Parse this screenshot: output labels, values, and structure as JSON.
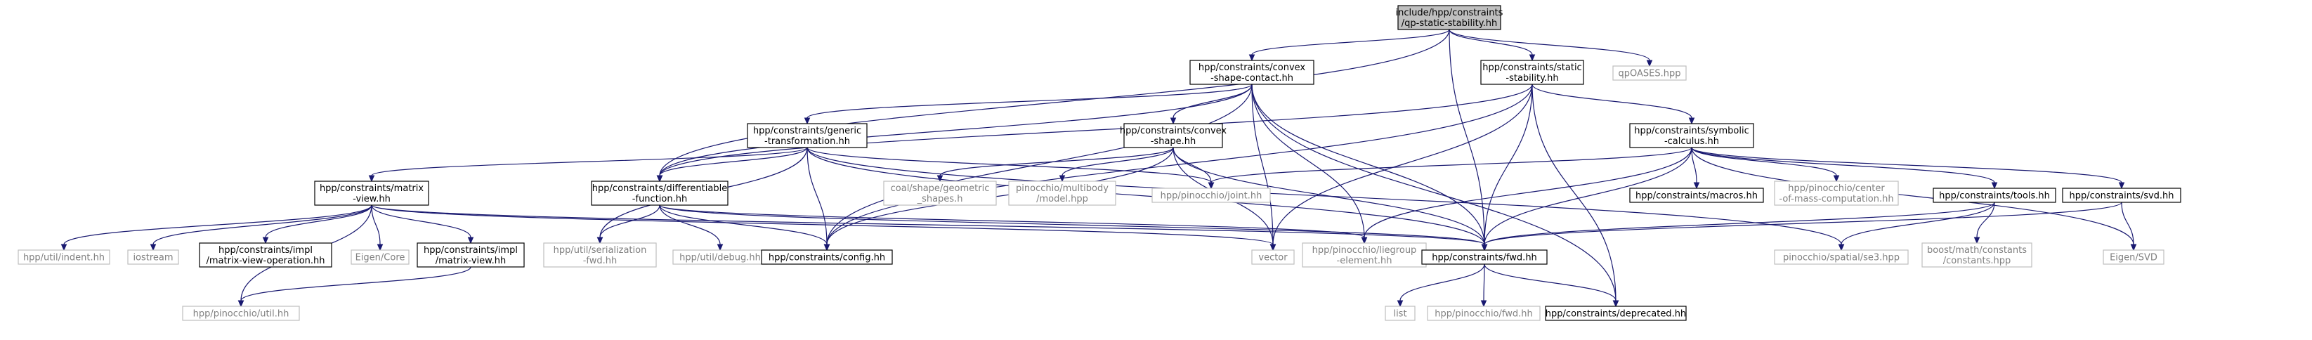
{
  "colors": {
    "edge": "#191970",
    "root_fill": "#bfbfbf",
    "documented_border": "#000000",
    "external_border": "#bfbfbf",
    "external_text": "#808080"
  },
  "nodes": [
    {
      "id": "root",
      "kind": "root",
      "lines": [
        "include/hpp/constraints",
        "/qp-static-stability.hh"
      ]
    },
    {
      "id": "convex_shape_contact",
      "kind": "doc",
      "lines": [
        "hpp/constraints/convex",
        "-shape-contact.hh"
      ]
    },
    {
      "id": "static_stability",
      "kind": "doc",
      "lines": [
        "hpp/constraints/static",
        "-stability.hh"
      ]
    },
    {
      "id": "qpoases",
      "kind": "ext",
      "lines": [
        "qpOASES.hpp"
      ]
    },
    {
      "id": "generic_transformation",
      "kind": "doc",
      "lines": [
        "hpp/constraints/generic",
        "-transformation.hh"
      ]
    },
    {
      "id": "convex_shape",
      "kind": "doc",
      "lines": [
        "hpp/constraints/convex",
        "-shape.hh"
      ]
    },
    {
      "id": "symbolic_calculus",
      "kind": "doc",
      "lines": [
        "hpp/constraints/symbolic",
        "-calculus.hh"
      ]
    },
    {
      "id": "matrix_view",
      "kind": "doc",
      "lines": [
        "hpp/constraints/matrix",
        "-view.hh"
      ]
    },
    {
      "id": "differentiable_function",
      "kind": "doc",
      "lines": [
        "hpp/constraints/differentiable",
        "-function.hh"
      ]
    },
    {
      "id": "coal_geometric_shapes",
      "kind": "ext",
      "lines": [
        "coal/shape/geometric",
        "_shapes.h"
      ]
    },
    {
      "id": "pinocchio_multibody_model",
      "kind": "ext",
      "lines": [
        "pinocchio/multibody",
        "/model.hpp"
      ]
    },
    {
      "id": "pinocchio_joint",
      "kind": "ext",
      "lines": [
        "hpp/pinocchio/joint.hh"
      ]
    },
    {
      "id": "macros",
      "kind": "doc",
      "lines": [
        "hpp/constraints/macros.hh"
      ]
    },
    {
      "id": "center_of_mass",
      "kind": "ext",
      "lines": [
        "hpp/pinocchio/center",
        "-of-mass-computation.hh"
      ]
    },
    {
      "id": "tools",
      "kind": "doc",
      "lines": [
        "hpp/constraints/tools.hh"
      ]
    },
    {
      "id": "svd",
      "kind": "doc",
      "lines": [
        "hpp/constraints/svd.hh"
      ]
    },
    {
      "id": "util_indent",
      "kind": "ext",
      "lines": [
        "hpp/util/indent.hh"
      ]
    },
    {
      "id": "iostream",
      "kind": "ext",
      "lines": [
        "iostream"
      ]
    },
    {
      "id": "impl_matrix_view_operation",
      "kind": "doc",
      "lines": [
        "hpp/constraints/impl",
        "/matrix-view-operation.hh"
      ]
    },
    {
      "id": "eigen_core",
      "kind": "ext",
      "lines": [
        "Eigen/Core"
      ]
    },
    {
      "id": "impl_matrix_view",
      "kind": "doc",
      "lines": [
        "hpp/constraints/impl",
        "/matrix-view.hh"
      ]
    },
    {
      "id": "util_serialization_fwd",
      "kind": "ext",
      "lines": [
        "hpp/util/serialization",
        "-fwd.hh"
      ]
    },
    {
      "id": "util_debug",
      "kind": "ext",
      "lines": [
        "hpp/util/debug.hh"
      ]
    },
    {
      "id": "config",
      "kind": "doc",
      "lines": [
        "hpp/constraints/config.hh"
      ]
    },
    {
      "id": "vector",
      "kind": "ext",
      "lines": [
        "vector"
      ]
    },
    {
      "id": "liegroup_element",
      "kind": "ext",
      "lines": [
        "hpp/pinocchio/liegroup",
        "-element.hh"
      ]
    },
    {
      "id": "fwd",
      "kind": "doc",
      "lines": [
        "hpp/constraints/fwd.hh"
      ]
    },
    {
      "id": "se3",
      "kind": "ext",
      "lines": [
        "pinocchio/spatial/se3.hpp"
      ]
    },
    {
      "id": "boost_constants",
      "kind": "ext",
      "lines": [
        "boost/math/constants",
        "/constants.hpp"
      ]
    },
    {
      "id": "eigen_svd",
      "kind": "ext",
      "lines": [
        "Eigen/SVD"
      ]
    },
    {
      "id": "pinocchio_util",
      "kind": "ext",
      "lines": [
        "hpp/pinocchio/util.hh"
      ]
    },
    {
      "id": "list",
      "kind": "ext",
      "lines": [
        "list"
      ]
    },
    {
      "id": "pinocchio_fwd",
      "kind": "ext",
      "lines": [
        "hpp/pinocchio/fwd.hh"
      ]
    },
    {
      "id": "deprecated",
      "kind": "doc",
      "lines": [
        "hpp/constraints/deprecated.hh"
      ]
    }
  ]
}
